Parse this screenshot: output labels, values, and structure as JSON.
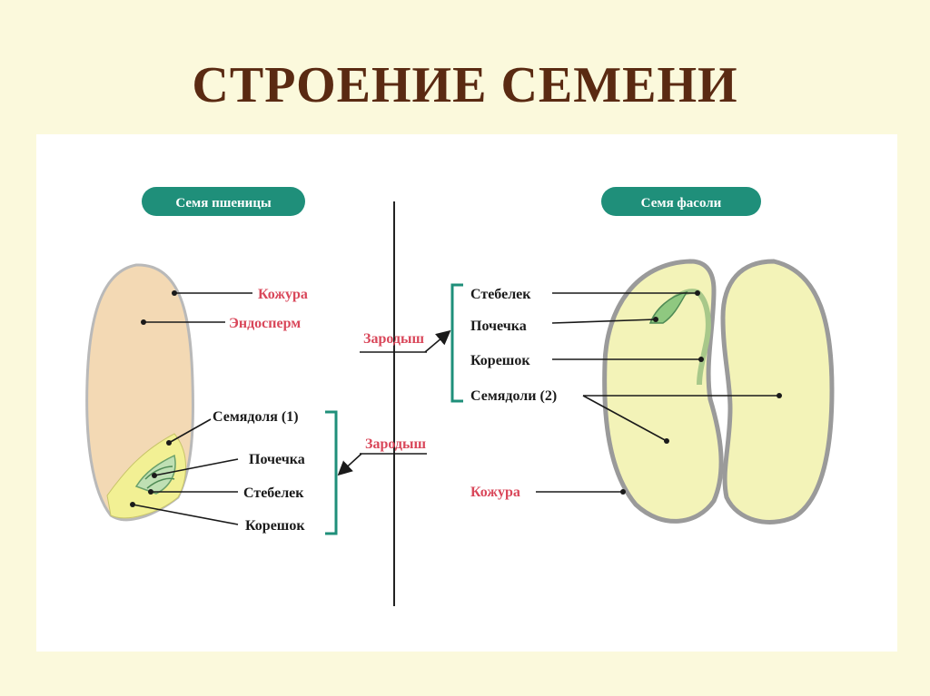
{
  "title": "СТРОЕНИЕ СЕМЕНИ",
  "wheat": {
    "header": "Семя пшеницы",
    "labels": {
      "kozhura": "Кожура",
      "endosperm": "Эндосперм",
      "semyadolya": "Семядоля (1)",
      "pochechka": "Почечка",
      "stebelek": "Стебелек",
      "koreshok": "Корешок",
      "zarodysh": "Зародыш"
    }
  },
  "bean": {
    "header": "Семя фасоли",
    "labels": {
      "stebelek": "Стебелек",
      "pochechka": "Почечка",
      "koreshok": "Корешок",
      "semyadoli": "Семядоли (2)",
      "kozhura": "Кожура",
      "zarodysh": "Зародыш"
    }
  },
  "colors": {
    "title": "#5a2a12",
    "accent": "#1f8f7a",
    "label_red": "#d9475a",
    "wheat_fill": "#f3d9b4",
    "bean_fill": "#f3f3b8"
  }
}
